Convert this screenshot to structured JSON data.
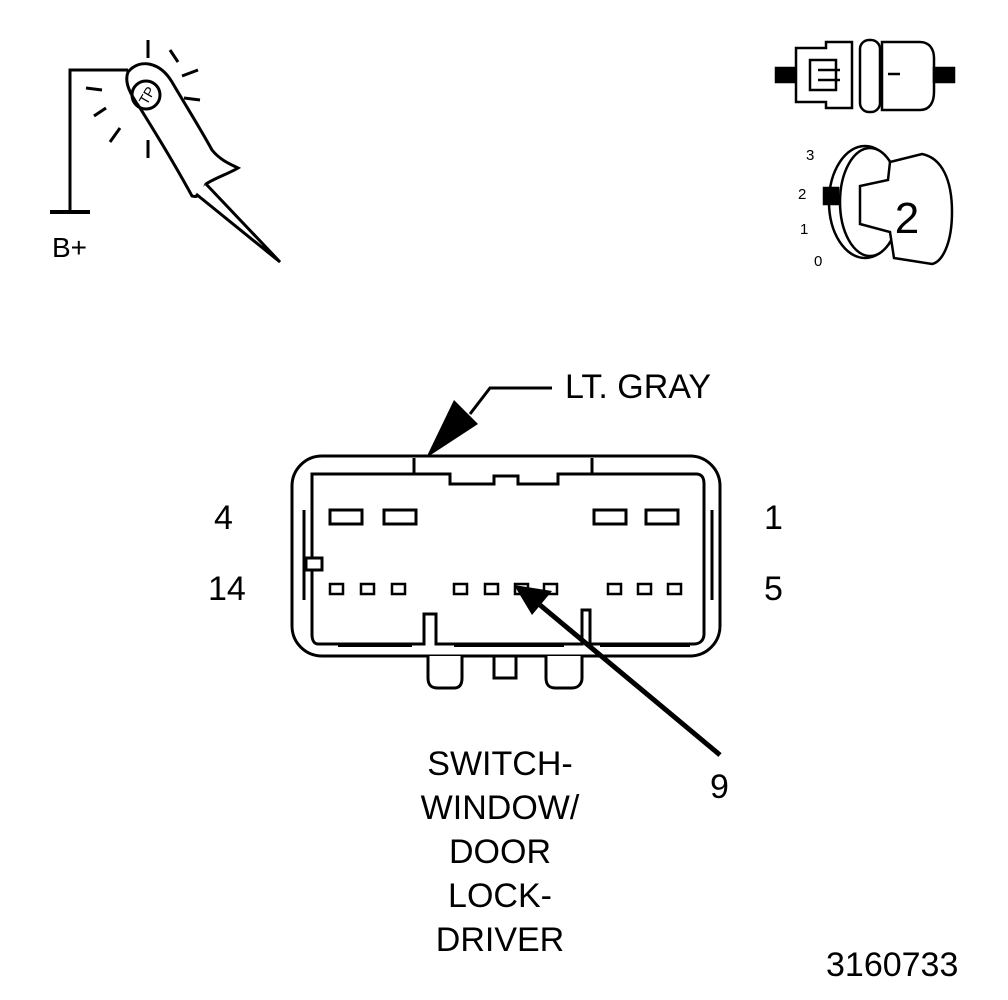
{
  "probe": {
    "supply_label": "B+",
    "probe_icon": "test-light-probe-icon"
  },
  "ignition": {
    "connector_icon": "disconnected-connector-icon",
    "key_icon": "ignition-key-icon",
    "positions": [
      "3",
      "2",
      "1",
      "0"
    ],
    "selected_position": "2",
    "key_number": "2"
  },
  "connector": {
    "color_label": "LT. GRAY",
    "pin_labels": {
      "top_left": "4",
      "top_right": "1",
      "bottom_left": "14",
      "bottom_right": "5",
      "pointed_pin": "9"
    },
    "title_lines": [
      "SWITCH-",
      "WINDOW/",
      "DOOR",
      "LOCK-",
      "DRIVER"
    ]
  },
  "figure_number": "3160733"
}
